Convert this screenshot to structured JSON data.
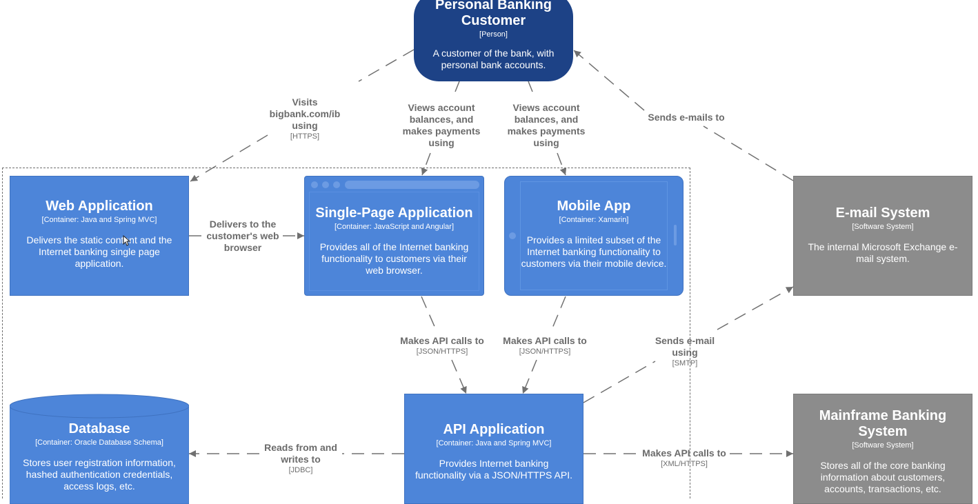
{
  "nodes": {
    "customer": {
      "title": "Personal Banking Customer",
      "kind": "[Person]",
      "desc": "A customer of the bank, with personal bank accounts."
    },
    "web_app": {
      "title": "Web Application",
      "kind": "[Container: Java and Spring MVC]",
      "desc": "Delivers the static content and the Internet banking single page application."
    },
    "spa": {
      "title": "Single-Page Application",
      "kind": "[Container: JavaScript and Angular]",
      "desc": "Provides all of the Internet banking functionality to customers via their web browser."
    },
    "mobile": {
      "title": "Mobile App",
      "kind": "[Container: Xamarin]",
      "desc": "Provides a limited subset of the Internet banking functionality to customers via their mobile device."
    },
    "email": {
      "title": "E-mail System",
      "kind": "[Software System]",
      "desc": "The internal Microsoft Exchange e-mail system."
    },
    "database": {
      "title": "Database",
      "kind": "[Container: Oracle Database Schema]",
      "desc": "Stores user registration information, hashed authentication credentials, access logs, etc."
    },
    "api": {
      "title": "API Application",
      "kind": "[Container: Java and Spring MVC]",
      "desc": "Provides Internet banking functionality via a JSON/HTTPS API."
    },
    "mainframe": {
      "title": "Mainframe Banking System",
      "kind": "[Software System]",
      "desc": "Stores all of the core banking information about customers, accounts, transactions, etc."
    }
  },
  "relations": {
    "visits": {
      "label": "Visits bigbank.com/ib using",
      "tech": "[HTTPS]"
    },
    "views_spa": {
      "label": "Views account balances, and makes payments using",
      "tech": ""
    },
    "views_mobile": {
      "label": "Views account balances, and makes payments using",
      "tech": ""
    },
    "sends_emails": {
      "label": "Sends e-mails to",
      "tech": ""
    },
    "delivers": {
      "label": "Delivers to the customer's web browser",
      "tech": ""
    },
    "spa_api": {
      "label": "Makes API calls to",
      "tech": "[JSON/HTTPS]"
    },
    "mobile_api": {
      "label": "Makes API calls to",
      "tech": "[JSON/HTTPS]"
    },
    "send_email_using": {
      "label": "Sends e-mail using",
      "tech": "[SMTP]"
    },
    "reads_writes": {
      "label": "Reads from and writes to",
      "tech": "[JDBC]"
    },
    "mainframe_api": {
      "label": "Makes API calls to",
      "tech": "[XML/HTTPS]"
    }
  },
  "colors": {
    "container": "#4d85d9",
    "person": "#1d4286",
    "external_system": "#8c8c8c",
    "relation_text": "#6b6b6b"
  }
}
